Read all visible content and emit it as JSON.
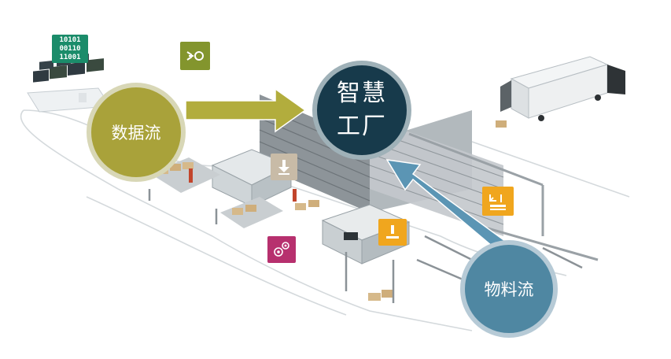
{
  "circles": {
    "data_flow": "数据流",
    "smart_factory_line1": "智慧",
    "smart_factory_line2": "工厂",
    "material_flow": "物料流"
  },
  "binary_icon": {
    "line1": "10101",
    "line2": "00110",
    "line3": "11001"
  },
  "colors": {
    "data_flow": "#a9a23a",
    "smart_factory": "#173a4b",
    "material_flow": "#4f87a2",
    "data_arrow": "#b2ad3d",
    "material_arrow": "#5b95b4"
  },
  "icons": [
    "binary-data-icon",
    "gear-settings-icon",
    "input-to-process-icon",
    "laser-cutting-icon",
    "bending-press-icon",
    "download-arrow-icon"
  ]
}
